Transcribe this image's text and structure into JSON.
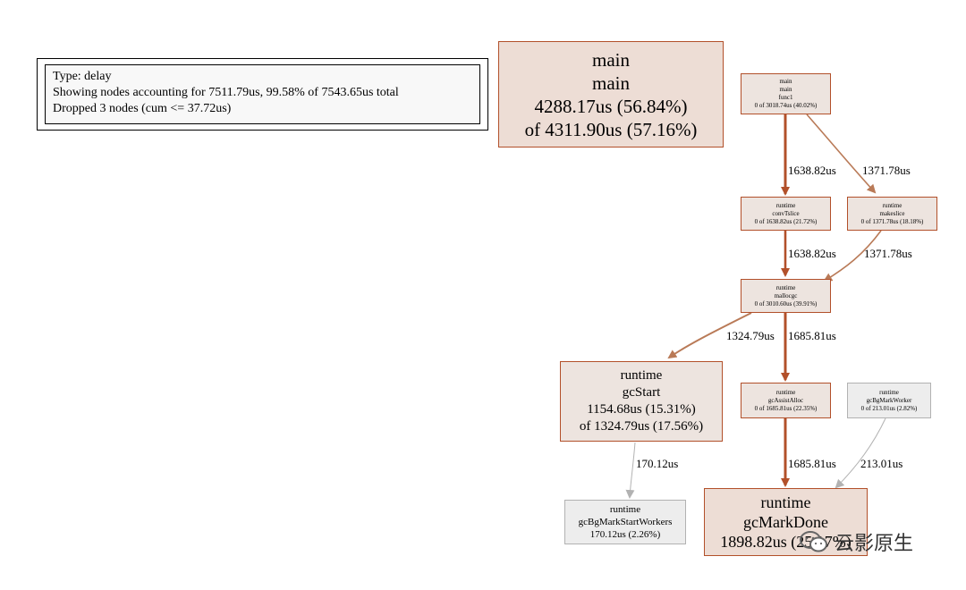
{
  "legend": {
    "type_line": "Type: delay",
    "showing_line": "Showing nodes accounting for 7511.79us, 99.58% of 7543.65us total",
    "dropped_line": "Dropped 3 nodes (cum <= 37.72us)"
  },
  "nodes": {
    "main_main": [
      "main",
      "main",
      "4288.17us (56.84%)",
      "of 4311.90us (57.16%)"
    ],
    "main_func1": [
      "main",
      "main",
      "func1",
      "0 of 3018.74us (40.02%)"
    ],
    "convTslice": [
      "runtime",
      "convTslice",
      "0 of 1638.82us (21.72%)"
    ],
    "makeslice": [
      "runtime",
      "makeslice",
      "0 of 1371.78us (18.18%)"
    ],
    "mallocgc": [
      "runtime",
      "mallocgc",
      "0 of 3010.60us (39.91%)"
    ],
    "gcStart": [
      "runtime",
      "gcStart",
      "1154.68us (15.31%)",
      "of 1324.79us (17.56%)"
    ],
    "gcAssistAlloc": [
      "runtime",
      "gcAssistAlloc",
      "0 of 1685.81us (22.35%)"
    ],
    "gcBgMarkWorker": [
      "runtime",
      "gcBgMarkWorker",
      "0 of 213.01us (2.82%)"
    ],
    "gcBgMarkStartWorkers": [
      "runtime",
      "gcBgMarkStartWorkers",
      "170.12us (2.26%)"
    ],
    "gcMarkDone": [
      "runtime",
      "gcMarkDone",
      "1898.82us (25.17%)"
    ]
  },
  "edges": {
    "func1_convTslice": "1638.82us",
    "func1_makeslice": "1371.78us",
    "convTslice_mallocgc": "1638.82us",
    "makeslice_mallocgc": "1371.78us",
    "mallocgc_gcStart": "1324.79us",
    "mallocgc_gcAssistAlloc": "1685.81us",
    "gcStart_gcBgMarkStartWorkers": "170.12us",
    "gcAssistAlloc_gcMarkDone": "1685.81us",
    "gcBgMarkWorker_gcMarkDone": "213.01us"
  },
  "watermark": {
    "text": "云影原生"
  },
  "colors": {
    "hot_edge": "#b2502a",
    "warm_edge": "#b97a57",
    "cold_edge": "#b2b2b2",
    "hot_fill": "#edddd5",
    "cold_fill": "#ededed"
  }
}
